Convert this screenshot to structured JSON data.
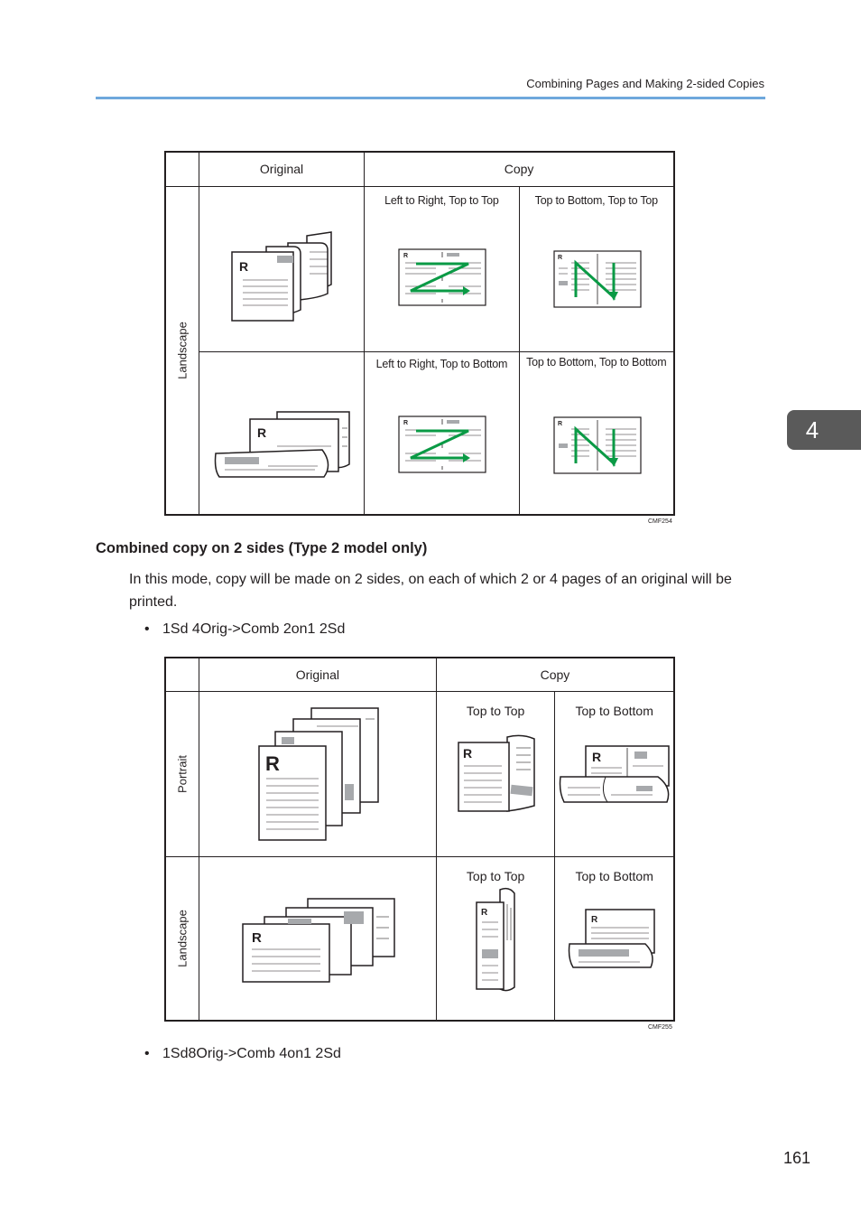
{
  "header": {
    "running_title": "Combining Pages and Making 2-sided Copies"
  },
  "chapter_tab": "4",
  "figure1": {
    "col_original": "Original",
    "col_copy": "Copy",
    "row_label": "Landscape",
    "cells": [
      "Left to Right, Top to Top",
      "Top to Bottom, Top to Top",
      "Left to Right, Top to Bottom",
      "Top to Bottom, Top to Bottom"
    ],
    "figure_code": "CMF254"
  },
  "section": {
    "title": "Combined copy on 2 sides (Type 2 model only)",
    "paragraph": "In this mode, copy will be made on 2 sides, on each of which 2 or 4 pages of an original will be printed.",
    "bullet1": "1Sd 4Orig->Comb 2on1 2Sd",
    "bullet2": "1Sd8Orig->Comb 4on1 2Sd",
    "bullet_symbol": "•"
  },
  "figure2": {
    "col_original": "Original",
    "col_copy": "Copy",
    "row1_label": "Portrait",
    "row2_label": "Landscape",
    "cells": [
      "Top to Top",
      "Top to Bottom",
      "Top to Top",
      "Top to Bottom"
    ],
    "figure_code": "CMF255"
  },
  "page_number": "161",
  "colors": {
    "accent_rule": "#6fa8dc",
    "arrow_green": "#0a9a45",
    "tab_gray": "#5a5a5a",
    "shade_gray": "#a7a9ac"
  }
}
